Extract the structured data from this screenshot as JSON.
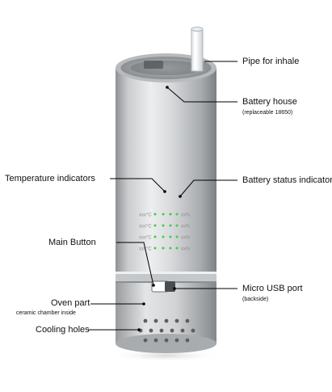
{
  "labels": {
    "pipe": "Pipe for inhale",
    "battery_house": "Battery house",
    "battery_house_sub": "(replaceable 18650)",
    "temperature": "Temperature indicators",
    "battery_status": "Battery status indicators",
    "main_button": "Main Button",
    "micro_usb": "Micro USB port",
    "micro_usb_sub": "(backside)",
    "oven": "Oven part",
    "oven_sub": "ceramic chamber inside",
    "cooling": "Cooling holes"
  },
  "indicator_text": {
    "left": [
      "xxx°C",
      "xxx°C",
      "xxx°C",
      "xxx°C"
    ],
    "right": [
      "xx%",
      "xx%",
      "xx%",
      "xx%"
    ]
  },
  "colors": {
    "led_on": "#3fcf4a",
    "body_metal": "#b9bcbf",
    "line": "#000000"
  }
}
